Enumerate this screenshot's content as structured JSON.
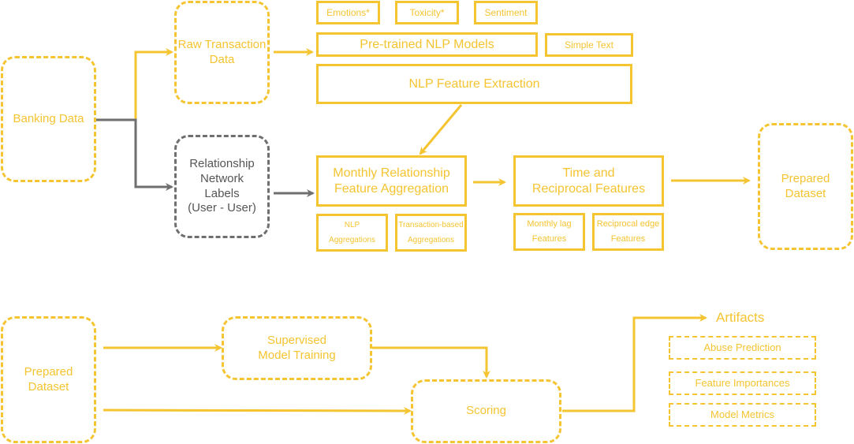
{
  "colors": {
    "accent": "#F4C431",
    "gray": "#6f6f6f",
    "gray_text": "#555555"
  },
  "top": {
    "banking_data": "Banking Data",
    "raw_transaction_data": "Raw Transaction\nData",
    "relationship_labels": "Relationship\nNetwork\nLabels\n(User - User)",
    "emotions": "Emotions*",
    "toxicity": "Toxicity*",
    "sentiment": "Sentiment",
    "pretrained_models": "Pre-trained NLP Models",
    "simple_text": "Simple Text",
    "nlp_feature_extraction": "NLP Feature Extraction",
    "monthly_aggregation": "Monthly Relationship\nFeature Aggregation",
    "nlp_aggregations": "NLP\nAggregations",
    "transaction_aggregations": "Transaction-based\nAggregations",
    "time_reciprocal": "Time and\nReciprocal Features",
    "monthly_lag": "Monthly lag\nFeatures",
    "reciprocal_edge": "Reciprocal edge\nFeatures",
    "prepared_dataset": "Prepared\nDataset"
  },
  "bottom": {
    "prepared_dataset": "Prepared\nDataset",
    "supervised_training": "Supervised\nModel Training",
    "scoring": "Scoring",
    "artifacts_title": "Artifacts",
    "abuse_prediction": "Abuse Prediction",
    "feature_importances": "Feature Importances",
    "model_metrics": "Model Metrics"
  }
}
